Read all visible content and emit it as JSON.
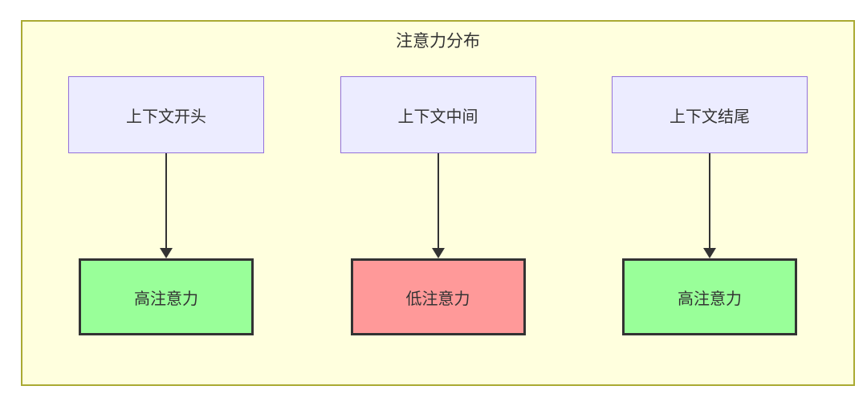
{
  "diagram": {
    "title": "注意力分布",
    "columns": [
      {
        "source": "上下文开头",
        "target": "高注意力",
        "target_type": "high"
      },
      {
        "source": "上下文中间",
        "target": "低注意力",
        "target_type": "low"
      },
      {
        "source": "上下文结尾",
        "target": "高注意力",
        "target_type": "high"
      }
    ],
    "colors": {
      "container_bg": "#ffffde",
      "container_border": "#aaaa33",
      "source_bg": "#ececff",
      "source_border": "#9370db",
      "high_bg": "#99ff99",
      "low_bg": "#ff9999",
      "target_border": "#333333",
      "arrow": "#333333",
      "text": "#333333"
    }
  }
}
